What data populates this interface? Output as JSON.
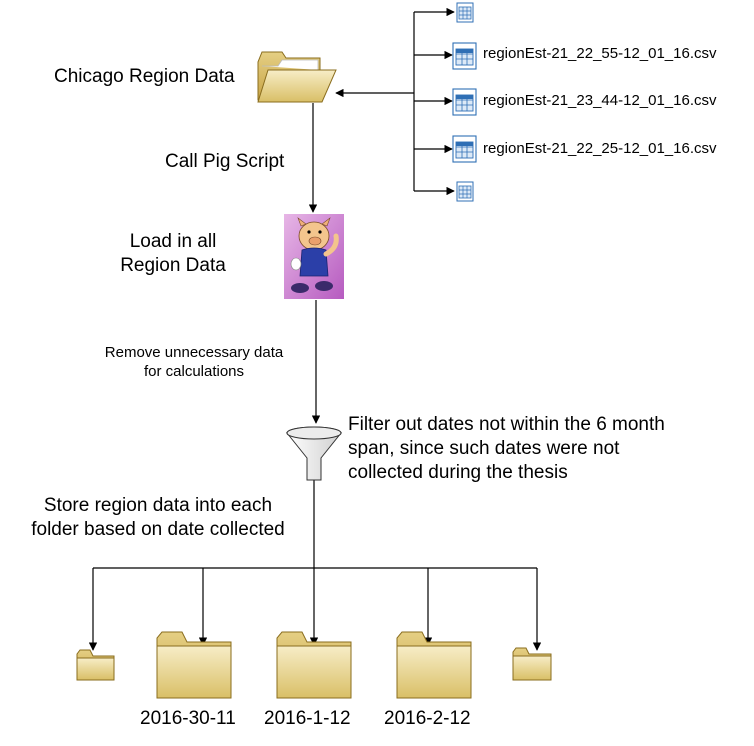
{
  "source_folder": {
    "label": "Chicago Region Data"
  },
  "files": [
    {
      "name": ""
    },
    {
      "name": "regionEst-21_22_55-12_01_16.csv"
    },
    {
      "name": "regionEst-21_23_44-12_01_16.csv"
    },
    {
      "name": "regionEst-21_22_25-12_01_16.csv"
    },
    {
      "name": ""
    }
  ],
  "steps": {
    "call_script": "Call Pig Script",
    "load_line1": "Load in all",
    "load_line2": "Region Data",
    "remove_line1": "Remove unnecessary data",
    "remove_line2": "for calculations",
    "filter_line1": "Filter out dates not within the 6 month",
    "filter_line2": "span, since such dates were not",
    "filter_line3": "collected during the thesis",
    "store_line1": "Store region data into each",
    "store_line2": "folder based on date collected"
  },
  "output_folders": [
    {
      "label": ""
    },
    {
      "label": "2016-30-11"
    },
    {
      "label": "2016-1-12"
    },
    {
      "label": "2016-2-12"
    },
    {
      "label": ""
    }
  ],
  "icons": {
    "folder_open": "folder-open-icon",
    "csv_file": "csv-file-icon",
    "pig": "pig-mascot-icon",
    "funnel": "funnel-icon",
    "folder": "folder-icon"
  },
  "colors": {
    "line": "#000000",
    "folder_top": "#f2e4b0",
    "folder_bottom": "#d8bd62",
    "folder_stroke": "#8a6d1e",
    "file_blue": "#2f6fb5"
  }
}
